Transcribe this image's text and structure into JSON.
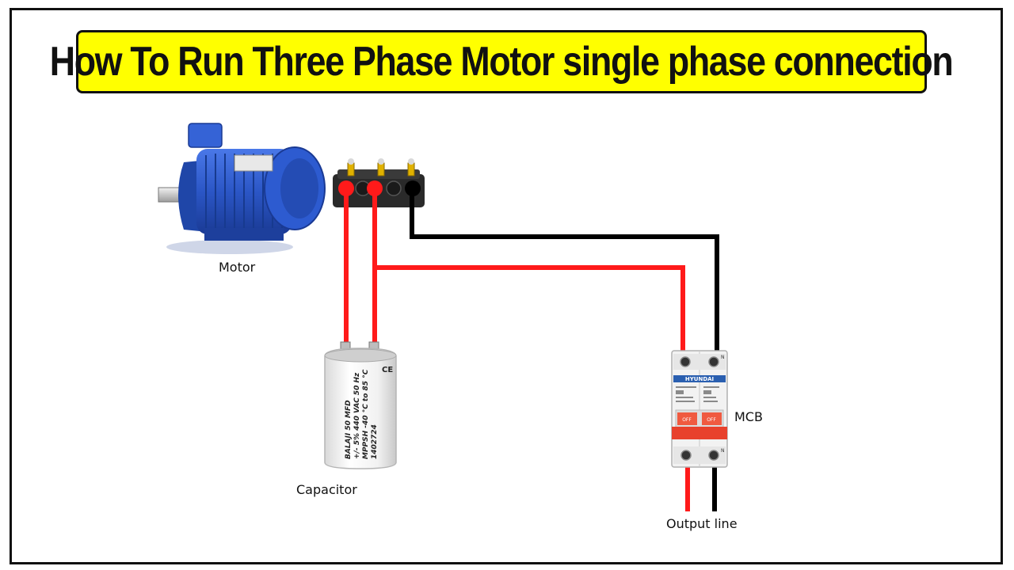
{
  "title": "How To Run Three Phase Motor single phase connection",
  "labels": {
    "motor": "Motor",
    "capacitor": "Capacitor",
    "mcb": "MCB",
    "output": "Output line"
  },
  "capacitor_print": {
    "ce_mark": "CE",
    "lines": [
      "BALAJI 50 MFD",
      "+/- 5%  440 VAC 50 Hz",
      "MPPSH -40 °C to 85 °C",
      "1402724"
    ]
  },
  "mcb_print": {
    "brand": "HYUNDAI",
    "off_left": "OFF",
    "off_right": "OFF",
    "n_top": "N",
    "n_bottom": "N"
  },
  "colors": {
    "banner": "#ffff00",
    "live_wire": "#ff1a1a",
    "neutral_wire": "#000000",
    "motor_blue": "#2b56c6",
    "mcb_toggle": "#e8412c"
  }
}
